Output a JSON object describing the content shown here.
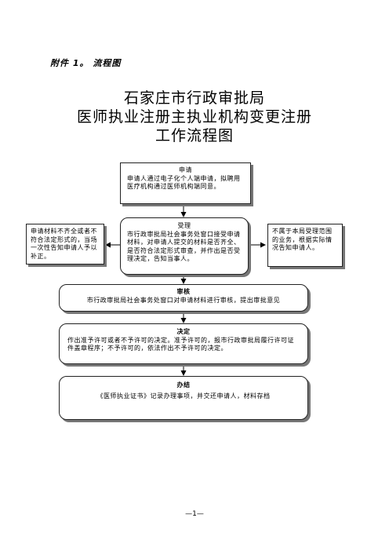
{
  "header": {
    "attachment_label": "附件 1。 流程图"
  },
  "title": {
    "line1": "石家庄市行政审批局",
    "line2": "医师执业注册主执业机构变更注册",
    "line3": "工作流程图"
  },
  "flow": {
    "apply": {
      "heading": "申请",
      "text": "申请人通过电子化个人端申请，拟聘用医疗机构通过医师机构端同意。"
    },
    "accept": {
      "heading": "受理",
      "text": "市行政审批局社会事务处窗口接受申请材料，对申请人提交的材料是否齐全、是否符合法定形式审查，并作出是否受理决定，告知当事人。"
    },
    "left_note": {
      "text": "申请材料不齐全或者不符合法定形式的，当场一次性告知申请人予以补正。"
    },
    "right_note": {
      "text": "不属于本局受理范围的业务，根据实际情况告知申请人。"
    },
    "review": {
      "heading": "审核",
      "text": "市行政审批局社会事务处窗口对申请材料进行审核，提出审批意见"
    },
    "decide": {
      "heading": "决定",
      "text": "作出准予许可或者不予许可的决定。准予许可的，报市行政审批局履行许可证件盖章程序；不予许可的，依法作出不予许可的决定。"
    },
    "finish": {
      "heading": "办结",
      "text": "《医师执业证书》记录办理事项，并交还申请人，材料存档"
    }
  },
  "footer": {
    "page_number": "—1—"
  }
}
